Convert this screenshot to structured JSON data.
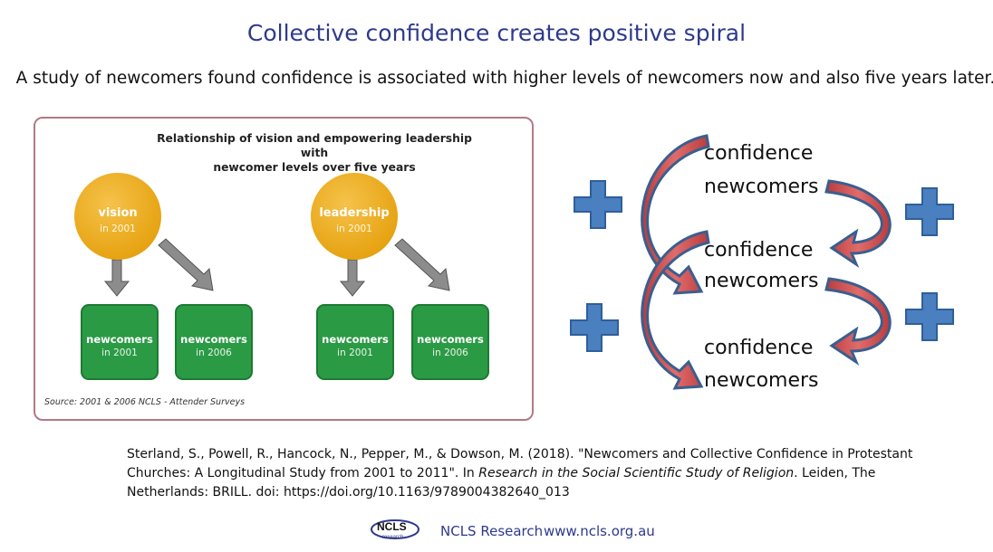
{
  "title": "Collective confidence creates positive spiral",
  "subtitle": "A study of newcomers found confidence is associated with higher levels of newcomers now and also five years later.",
  "panel": {
    "title_line1": "Relationship of vision and empowering leadership with",
    "title_line2": "newcomer levels over five years",
    "source": "Source: 2001 & 2006 NCLS - Attender Surveys",
    "circles": [
      {
        "label": "vision",
        "year": "in 2001"
      },
      {
        "label": "leadership",
        "year": "in 2001"
      }
    ],
    "boxes": [
      {
        "label": "newcomers",
        "year": "in 2001"
      },
      {
        "label": "newcomers",
        "year": "in 2006"
      },
      {
        "label": "newcomers",
        "year": "in 2001"
      },
      {
        "label": "newcomers",
        "year": "in 2006"
      }
    ]
  },
  "spiral": {
    "words": [
      "confidence",
      "newcomers",
      "confidence",
      "newcomers",
      "confidence",
      "newcomers"
    ],
    "plus_symbol": "+"
  },
  "citation": {
    "part1": "Sterland, S., Powell, R., Hancock, N., Pepper, M., & Dowson, M. (2018). \"Newcomers and Collective Confidence in Protestant Churches: A Longitudinal Study from 2001 to 2011\". In ",
    "italic": "Research in the Social Scientific Study of Religion",
    "part2": ". Leiden, The Netherlands: BRILL. doi: https://doi.org/10.1163/9789004382640_013"
  },
  "footer": {
    "logo_text": "NCLS",
    "logo_sub": "research",
    "org": "NCLS Research",
    "url": "www.ncls.org.au"
  },
  "colors": {
    "title": "#2e3a8c",
    "plus": "#4a7fc0",
    "arrow": "#c9494a",
    "circle": "#e7a414",
    "box": "#2b9a45"
  }
}
